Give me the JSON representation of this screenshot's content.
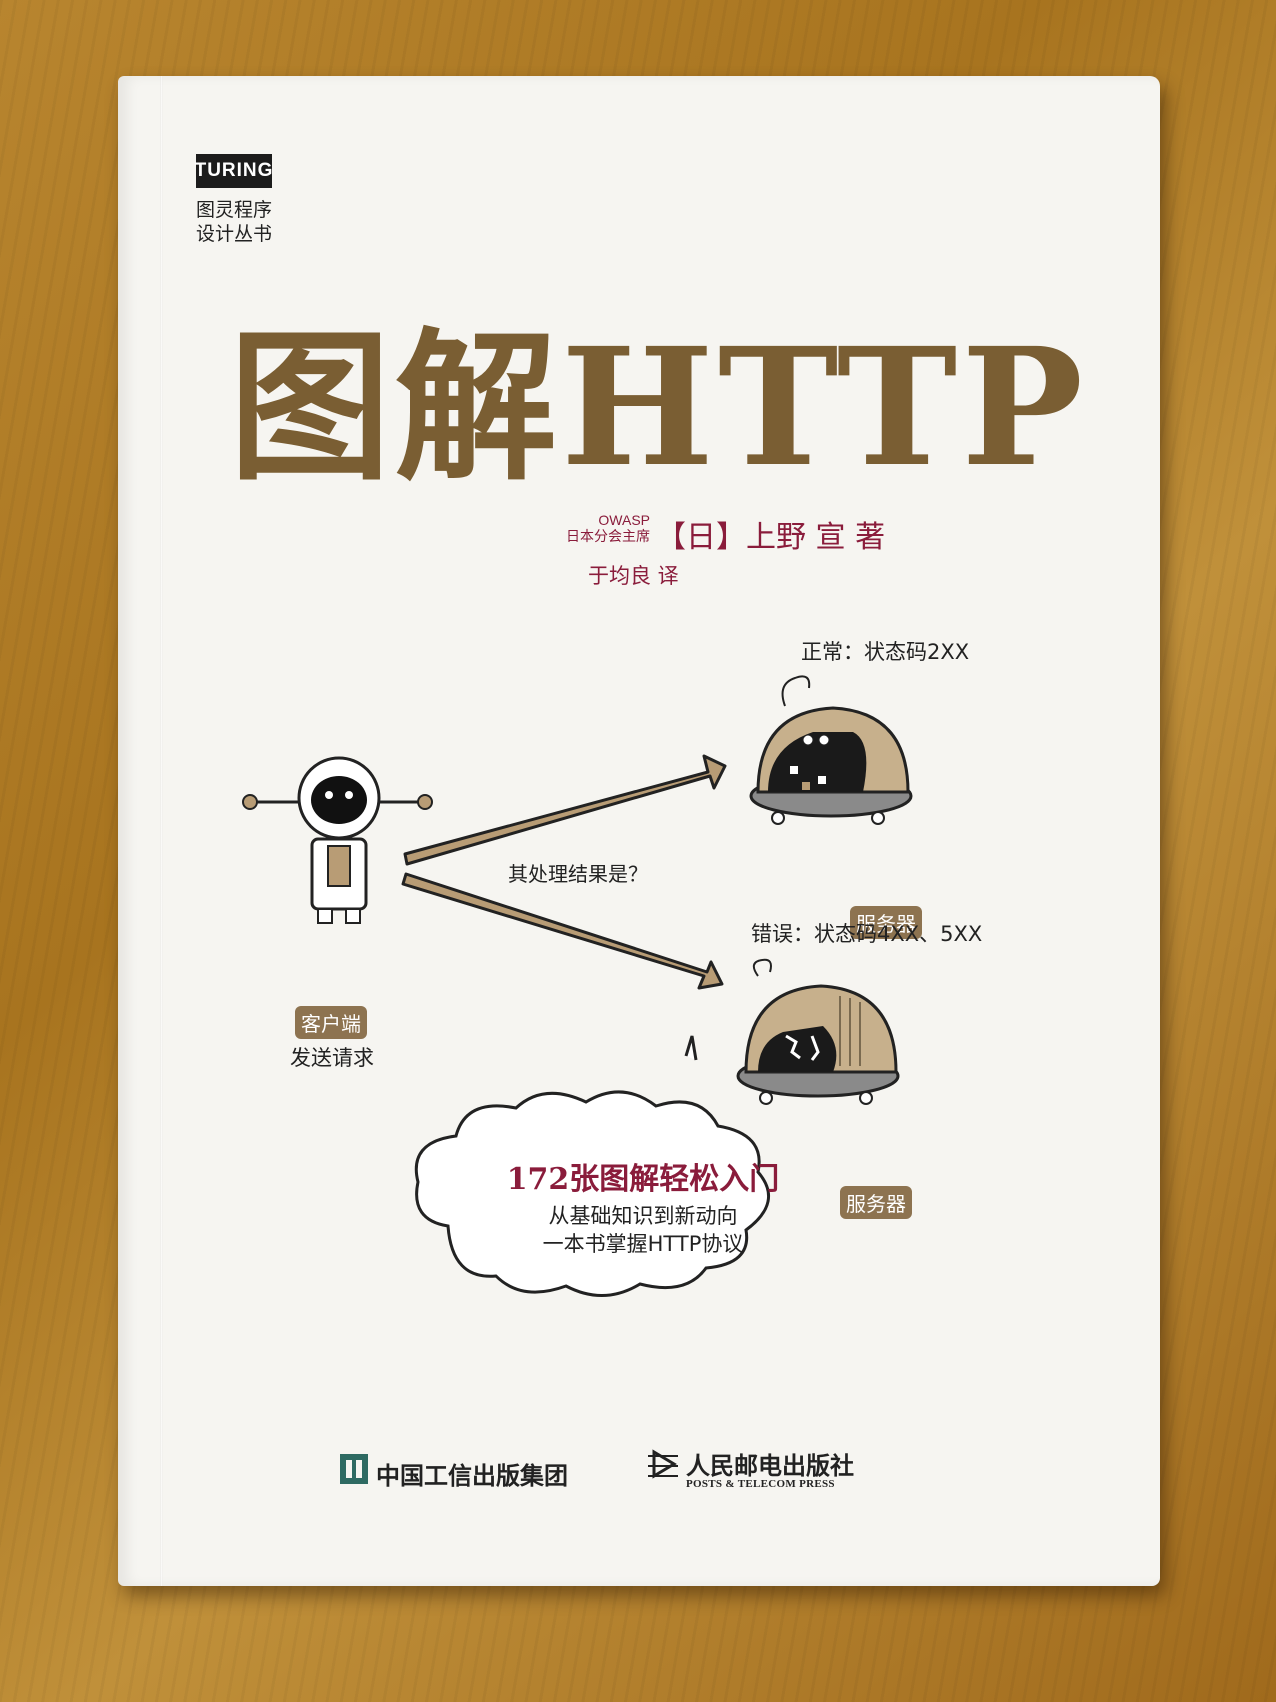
{
  "series": {
    "badge": "TURING",
    "name_line1": "图灵程序",
    "name_line2": "设计丛书"
  },
  "book": {
    "title": "图解HTTP",
    "org_line1": "OWASP",
    "org_line2": "日本分会主席",
    "author": "【日】上野 宣 著",
    "translator": "于均良 译"
  },
  "diagram": {
    "status_ok": "正常：状态码2XX",
    "status_error": "错误：状态码4XX、5XX",
    "question": "其处理结果是？",
    "client_label": "客户端",
    "client_action": "发送请求",
    "server_label": "服务器"
  },
  "cloud": {
    "headline": "172张图解轻松入门",
    "line1": "从基础知识到新动向",
    "line2": "一本书掌握HTTP协议"
  },
  "publishers": {
    "publisher1": "中国工信出版集团",
    "publisher2": "人民邮电出版社",
    "publisher2_en": "POSTS & TELECOM PRESS"
  },
  "colors": {
    "title": "#7a5e33",
    "accent": "#8a1c3b",
    "tag_bg": "#8d7350"
  }
}
